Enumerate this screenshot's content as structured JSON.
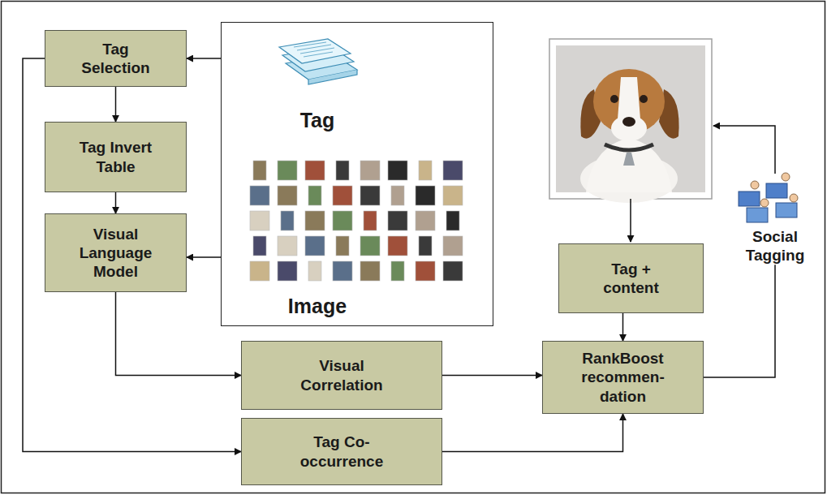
{
  "diagram": {
    "nodes": [
      {
        "text": [
          "Tag Selection"
        ]
      },
      {
        "text": [
          "Tag Invert Table"
        ]
      },
      {
        "text": [
          "Visual Language Model"
        ]
      },
      {
        "text": [
          "Tag",
          "Image"
        ]
      },
      {
        "text": [
          "Tag + content"
        ]
      },
      {
        "text": [
          "Social Tagging"
        ]
      },
      {
        "text": [
          "Visual Correlation"
        ]
      },
      {
        "text": [
          "RankBoost recommen-dation"
        ]
      },
      {
        "text": [
          "Tag Co-occurrence"
        ]
      }
    ],
    "edges": [
      {
        "from": 3,
        "to": 0,
        "arrow": "to"
      },
      {
        "from": 0,
        "to": 1,
        "arrow": "to"
      },
      {
        "from": 1,
        "to": 2,
        "arrow": "to"
      },
      {
        "from": 3,
        "to": 2,
        "arrow": "to"
      },
      {
        "from": 2,
        "to": 6,
        "arrow": "to"
      },
      {
        "from": 0,
        "to": 8,
        "arrow": "to"
      },
      {
        "from": 6,
        "to": 7,
        "arrow": "to"
      },
      {
        "from": 8,
        "to": 7,
        "arrow": "to"
      },
      {
        "from": 4,
        "to": 7,
        "arrow": "to"
      },
      {
        "from": 7,
        "to": 5,
        "arrow": "none"
      }
    ]
  }
}
